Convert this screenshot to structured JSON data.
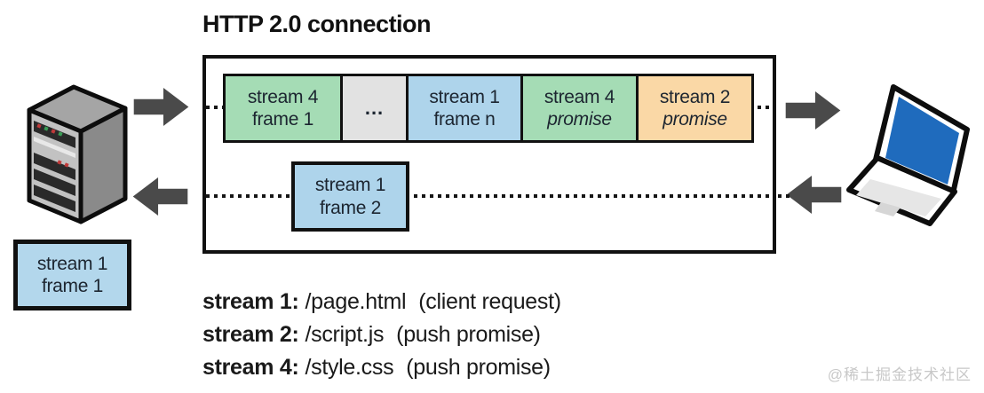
{
  "title": "HTTP 2.0 connection",
  "connection": {
    "frames": [
      {
        "line1": "stream 4",
        "line2": "frame 1"
      },
      {
        "line1": "..."
      },
      {
        "line1": "stream 1",
        "line2": "frame n"
      },
      {
        "line1": "stream 4",
        "line2": "promise"
      },
      {
        "line1": "stream 2",
        "line2": "promise"
      }
    ],
    "return_frame": {
      "line1": "stream 1",
      "line2": "frame 2"
    }
  },
  "client_received_frame": {
    "line1": "stream 1",
    "line2": "frame 1"
  },
  "legend": [
    {
      "label": "stream 1:",
      "path": "/page.html",
      "note": "(client request)"
    },
    {
      "label": "stream 2:",
      "path": "/script.js",
      "note": "(push promise)"
    },
    {
      "label": "stream 4:",
      "path": "/style.css",
      "note": "(push promise)"
    }
  ],
  "watermark": "@稀土掘金技术社区",
  "colors": {
    "frame_green": "#a5dcb5",
    "frame_blue": "#aed4eb",
    "frame_orange": "#fad8a6",
    "frame_gray": "#e2e2e2",
    "outline": "#111111",
    "arrow": "#4a4a4a",
    "laptop_screen_blue": "#1f6bbd",
    "server_gray": "#c2c2c2"
  }
}
